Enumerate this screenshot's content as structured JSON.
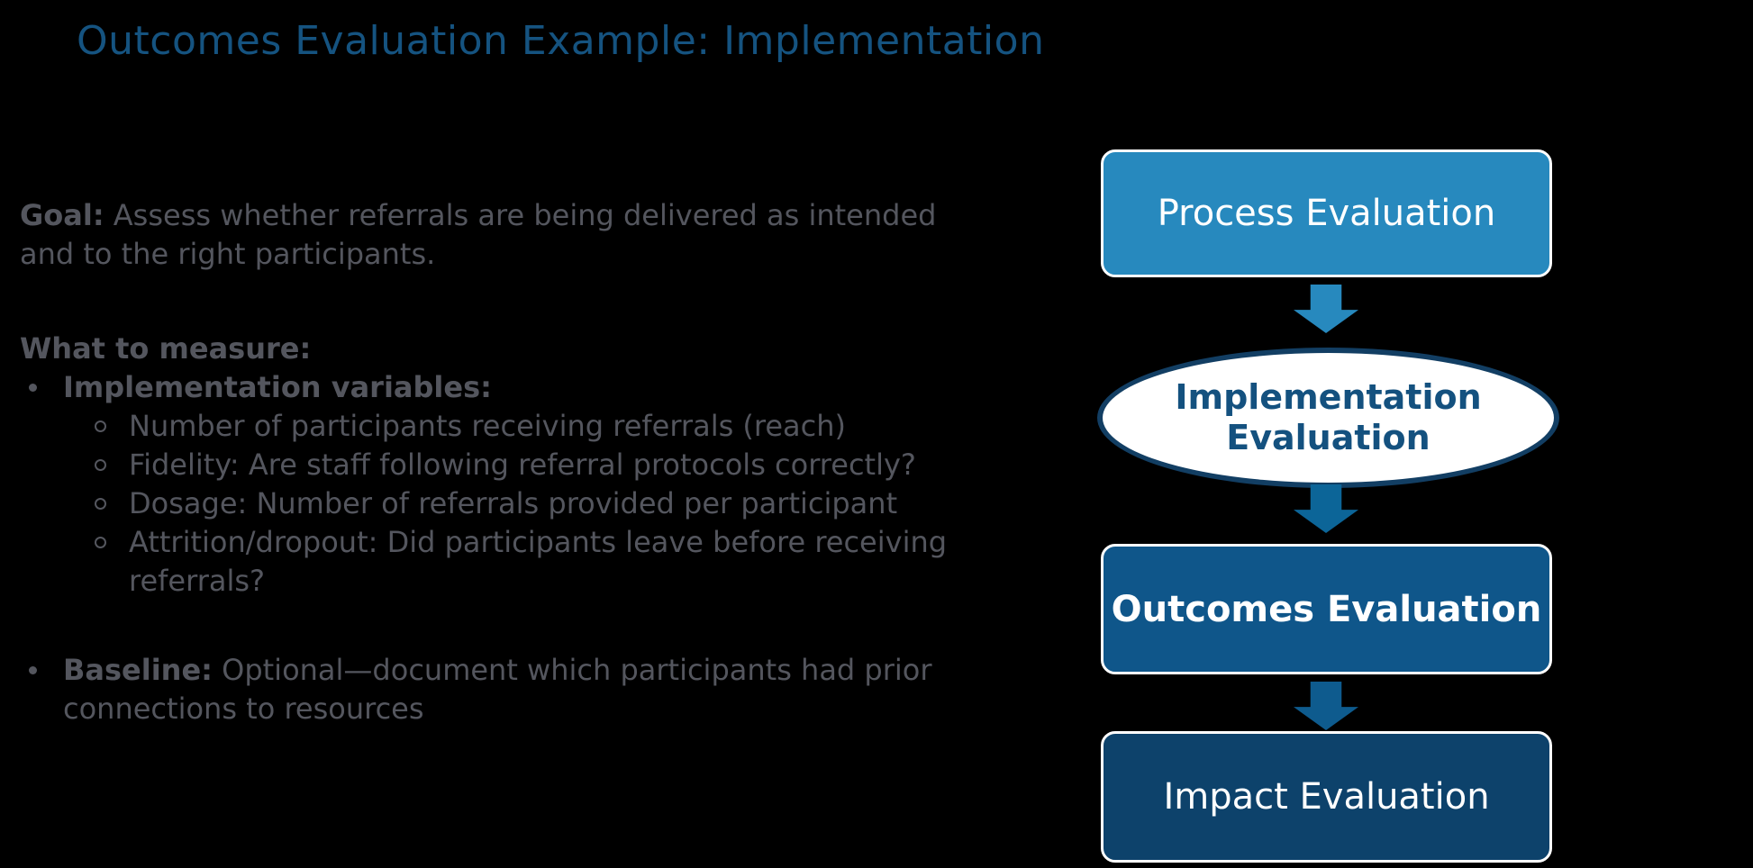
{
  "slide": {
    "title": "Outcomes Evaluation Example: Implementation",
    "goal": {
      "label": "Goal:",
      "line1_rest": " Assess whether referrals are being delivered as intended",
      "line2": "and to the right participants."
    },
    "measure": {
      "heading": "What to measure:",
      "bullet1_label": "Implementation variables:",
      "sub_items": [
        {
          "line1": "Number of participants receiving referrals (reach)"
        },
        {
          "line1": "Fidelity: Are staff following referral protocols correctly?"
        },
        {
          "line1": "Dosage: Number of referrals provided per participant"
        },
        {
          "line1": "Attrition/dropout: Did participants leave before receiving",
          "line2": "referrals?"
        }
      ]
    },
    "baseline": {
      "label": "Baseline:",
      "line1_rest": " Optional—document which participants had prior",
      "line2": "connections to resources"
    }
  },
  "flowchart": {
    "process": {
      "label": "Process Evaluation"
    },
    "implementation": {
      "label": "Implementation Evaluation"
    },
    "outcomes": {
      "label": "Outcomes Evaluation"
    },
    "impact": {
      "label": "Impact Evaluation"
    }
  },
  "colors": {
    "background": "#000000",
    "title_blue": "#155380",
    "body_gray": "#54565E",
    "process_fill": "#2789BE",
    "outcomes_fill": "#0F568A",
    "impact_fill": "#0D426B",
    "ellipse_border": "#123E63",
    "ellipse_text": "#14517F",
    "arrow1": "#2789BE",
    "arrow2": "#0C6598",
    "arrow3": "#0E5B8E",
    "box_border": "#FFFFFF",
    "node_text": "#FFFFFF"
  }
}
